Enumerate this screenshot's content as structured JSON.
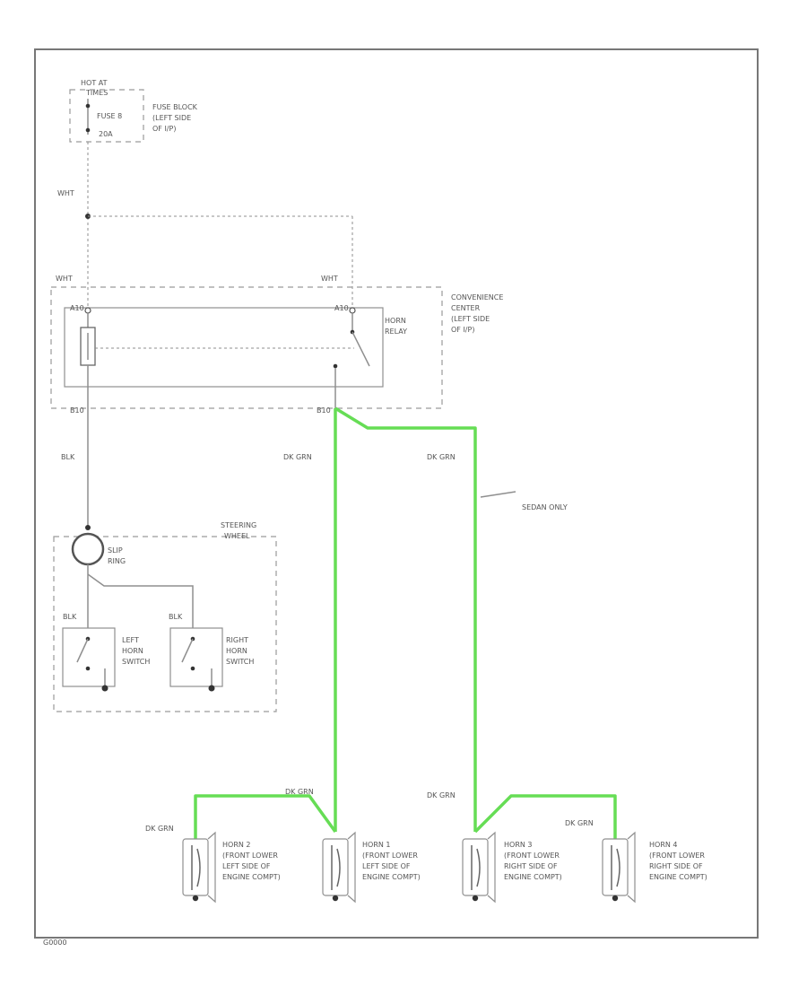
{
  "fuse_block": {
    "hot_at": [
      "HOT AT",
      "TIMES"
    ],
    "fuse": [
      "FUSE 8",
      "20A"
    ],
    "name": [
      "FUSE BLOCK",
      "(LEFT SIDE",
      "OF I/P)"
    ]
  },
  "wires": {
    "wht_top": "WHT",
    "wht_left": "WHT",
    "wht_right": "WHT",
    "blk_main": "BLK",
    "blk_left_switch": "BLK",
    "blk_right_switch": "BLK",
    "dk_grn_relay": "DK GRN",
    "dk_grn_sedan": "DK GRN",
    "dk_grn_horn1_top": "DK GRN",
    "dk_grn_horn2": "DK GRN",
    "dk_grn_horn3_top": "DK GRN",
    "dk_grn_horn4": "DK GRN"
  },
  "relay": {
    "pin_a_left": "A10",
    "pin_a_right": "A10",
    "pin_b_left": "B10",
    "pin_b_right": "B10",
    "name": [
      "HORN",
      "RELAY"
    ]
  },
  "convenience_center": [
    "CONVENIENCE",
    "CENTER",
    "(LEFT SIDE",
    "OF I/P)"
  ],
  "sedan_only": "SEDAN ONLY",
  "steering_wheel": [
    "STEERING",
    "WHEEL"
  ],
  "slip_ring": [
    "SLIP",
    "RING"
  ],
  "left_switch": [
    "LEFT",
    "HORN",
    "SWITCH"
  ],
  "right_switch": [
    "RIGHT",
    "HORN",
    "SWITCH"
  ],
  "horns": [
    {
      "label": [
        "HORN 2",
        "(FRONT LOWER",
        "LEFT SIDE OF",
        "ENGINE COMPT)"
      ]
    },
    {
      "label": [
        "HORN 1",
        "(FRONT LOWER",
        "LEFT SIDE OF",
        "ENGINE COMPT)"
      ]
    },
    {
      "label": [
        "HORN 3",
        "(FRONT LOWER",
        "RIGHT SIDE OF",
        "ENGINE COMPT)"
      ]
    },
    {
      "label": [
        "HORN 4",
        "(FRONT LOWER",
        "RIGHT SIDE OF",
        "ENGINE COMPT)"
      ]
    }
  ],
  "footer_code": "G0000",
  "colors": {
    "highlight": "#66dd55",
    "wire": "#8f8f8f",
    "text": "#555555"
  }
}
